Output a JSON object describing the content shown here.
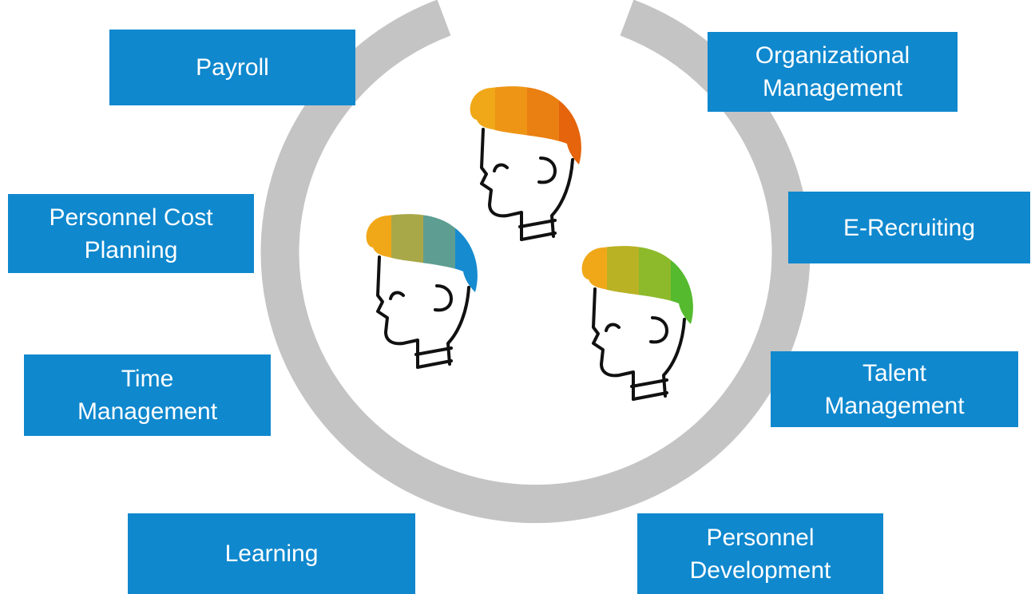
{
  "colors": {
    "box_fill": "#0f88ce",
    "box_text": "#ffffff",
    "ring": "#c4c4c4",
    "outline": "#111111"
  },
  "modules": {
    "payroll": "Payroll",
    "organizational_management": "Organizational\nManagement",
    "personnel_cost_planning": "Personnel Cost\nPlanning",
    "e_recruiting": "E-Recruiting",
    "time_management": "Time\nManagement",
    "talent_management": "Talent\nManagement",
    "learning": "Learning",
    "personnel_development": "Personnel\nDevelopment"
  },
  "heads": [
    {
      "name": "orange-hair-head",
      "hair_colors": [
        "#f0a818",
        "#ee9516",
        "#ea7f12",
        "#e5640c"
      ]
    },
    {
      "name": "blue-hair-head",
      "hair_colors": [
        "#f0a818",
        "#a8a848",
        "#5e9e92",
        "#168bd0"
      ]
    },
    {
      "name": "green-hair-head",
      "hair_colors": [
        "#f0a818",
        "#b8b224",
        "#8cba2a",
        "#55ba2e"
      ]
    }
  ]
}
